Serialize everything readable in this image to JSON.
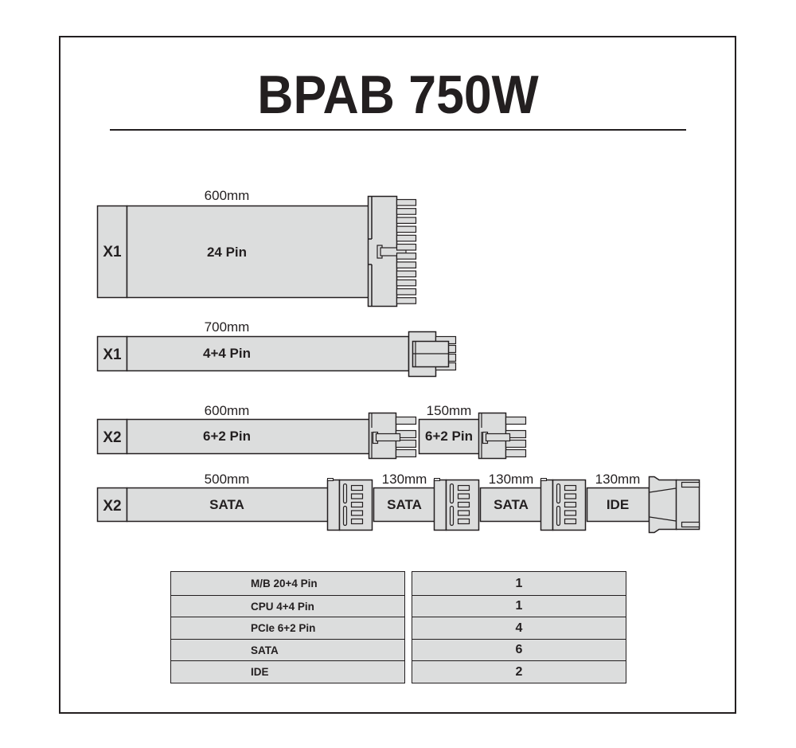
{
  "title": "BPAB 750W",
  "colors": {
    "fill": "#dcdddd",
    "stroke": "#231f20",
    "background": "#ffffff"
  },
  "cables": [
    {
      "id": "mb24",
      "quantity": "X1",
      "segments": [
        {
          "length": "600mm",
          "label": "24 Pin",
          "connector": "atx-24pin"
        }
      ]
    },
    {
      "id": "cpu44",
      "quantity": "X1",
      "segments": [
        {
          "length": "700mm",
          "label": "4+4 Pin",
          "connector": "eps-4+4pin"
        }
      ]
    },
    {
      "id": "pcie62",
      "quantity": "X2",
      "segments": [
        {
          "length": "600mm",
          "label": "6+2 Pin",
          "connector": "pcie-6+2pin"
        },
        {
          "length": "150mm",
          "label": "6+2 Pin",
          "connector": "pcie-6+2pin"
        }
      ]
    },
    {
      "id": "sata",
      "quantity": "X2",
      "segments": [
        {
          "length": "500mm",
          "label": "SATA",
          "connector": "sata"
        },
        {
          "length": "130mm",
          "label": "SATA",
          "connector": "sata"
        },
        {
          "length": "130mm",
          "label": "SATA",
          "connector": "sata"
        },
        {
          "length": "130mm",
          "label": "IDE",
          "connector": "molex-ide"
        }
      ]
    }
  ],
  "summary": {
    "rows": [
      {
        "name": "M/B 20+4 Pin",
        "count": "1"
      },
      {
        "name": "CPU 4+4 Pin",
        "count": "1"
      },
      {
        "name": "PCIe 6+2 Pin",
        "count": "4"
      },
      {
        "name": "SATA",
        "count": "6"
      },
      {
        "name": "IDE",
        "count": "2"
      }
    ]
  }
}
